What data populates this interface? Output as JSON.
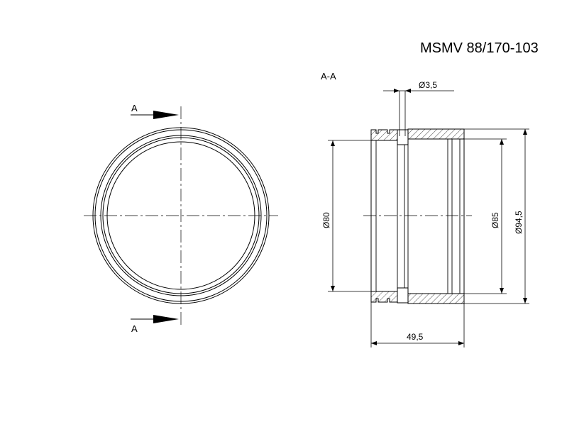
{
  "title": "MSMV 88/170-103",
  "section_label": "A-A",
  "cut_marker_top": "A",
  "cut_marker_bottom": "A",
  "dimensions": {
    "groove_diameter": "Ø3,5",
    "inner_diameter": "Ø80",
    "mid_diameter": "Ø85",
    "outer_diameter": "Ø94,5",
    "length": "49,5"
  },
  "colors": {
    "line": "#000000",
    "background": "#ffffff"
  }
}
